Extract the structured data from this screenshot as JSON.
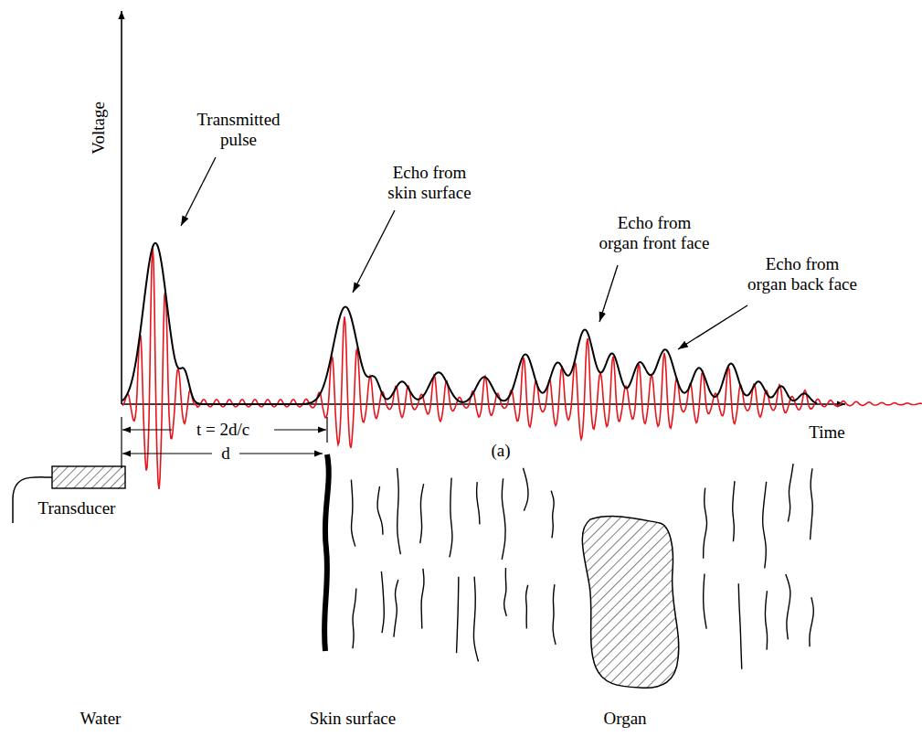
{
  "diagram": {
    "labels": [
      "Voltage",
      "Transmitted pulse",
      "Echo from skin surface",
      "Echo from organ front face",
      "Echo from organ back face",
      "t = 2d/c",
      "Time",
      "(a)",
      "d",
      "Transducer",
      "Water",
      "Skin surface",
      "Organ"
    ]
  }
}
